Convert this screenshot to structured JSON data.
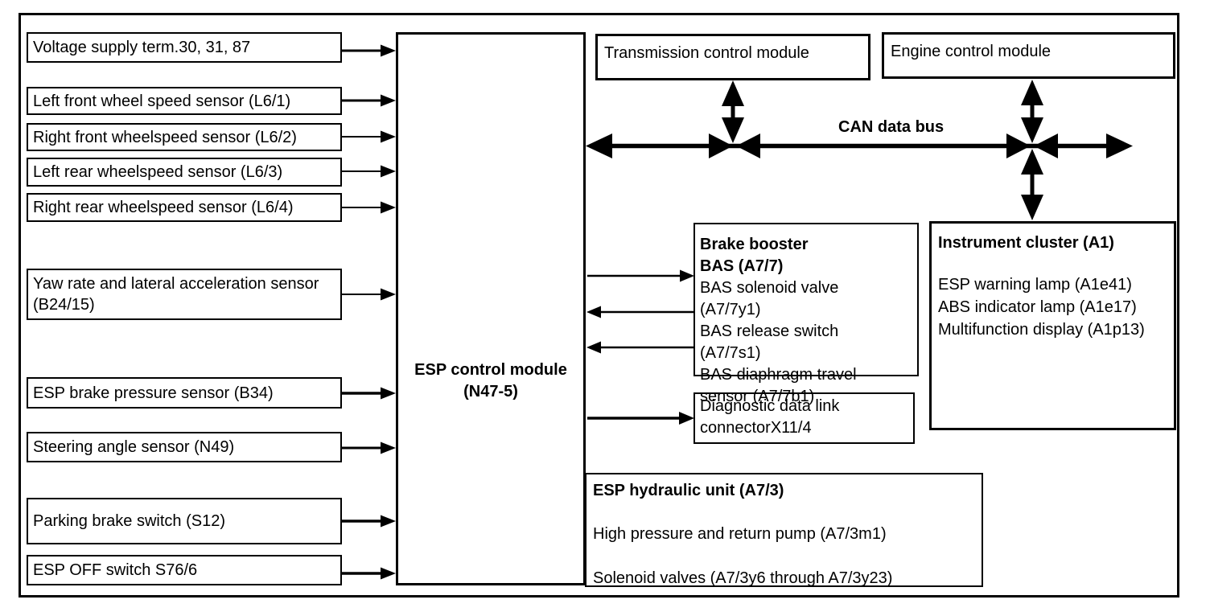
{
  "colors": {
    "foreground": "#000000",
    "background": "#ffffff"
  },
  "inputs": [
    {
      "label": "Voltage supply term.30, 31, 87"
    },
    {
      "label": "Left front wheel speed sensor (L6/1)"
    },
    {
      "label": "Right front wheelspeed sensor (L6/2)"
    },
    {
      "label": "Left rear wheelspeed sensor (L6/3)"
    },
    {
      "label": "Right rear wheelspeed sensor (L6/4)"
    },
    {
      "label": "Yaw rate and lateral acceleration sensor (B24/15)"
    },
    {
      "label": "ESP brake pressure sensor (B34)"
    },
    {
      "label": "Steering angle sensor (N49)"
    },
    {
      "label": "Parking brake switch (S12)"
    },
    {
      "label": "ESP OFF switch S76/6"
    }
  ],
  "esp_module": {
    "line1": "ESP control module",
    "line2": "(N47-5)"
  },
  "transmission_module": {
    "label": "Transmission control module"
  },
  "engine_module": {
    "label": "Engine control module"
  },
  "can_bus": {
    "label": "CAN data bus"
  },
  "brake_booster": {
    "title1": "Brake booster",
    "title2": "BAS (A7/7)",
    "lines": [
      "BAS solenoid valve",
      "(A7/7y1)",
      "BAS release switch",
      "(A7/7s1)",
      "BAS diaphragm travel",
      "sensor (A7/7b1)"
    ]
  },
  "diagnostic_connector": {
    "line1": "Diagnostic data link",
    "line2": "connectorX11/4"
  },
  "instrument_cluster": {
    "title": "Instrument cluster (A1)",
    "items": [
      "ESP warning lamp (A1e41)",
      "ABS indicator lamp (A1e17)",
      "Multifunction display (A1p13)"
    ]
  },
  "hydraulic_unit": {
    "title": "ESP hydraulic unit (A7/3)",
    "items": [
      "High pressure and return pump (A7/3m1)",
      "Solenoid valves (A7/3y6 through A7/3y23)"
    ]
  }
}
